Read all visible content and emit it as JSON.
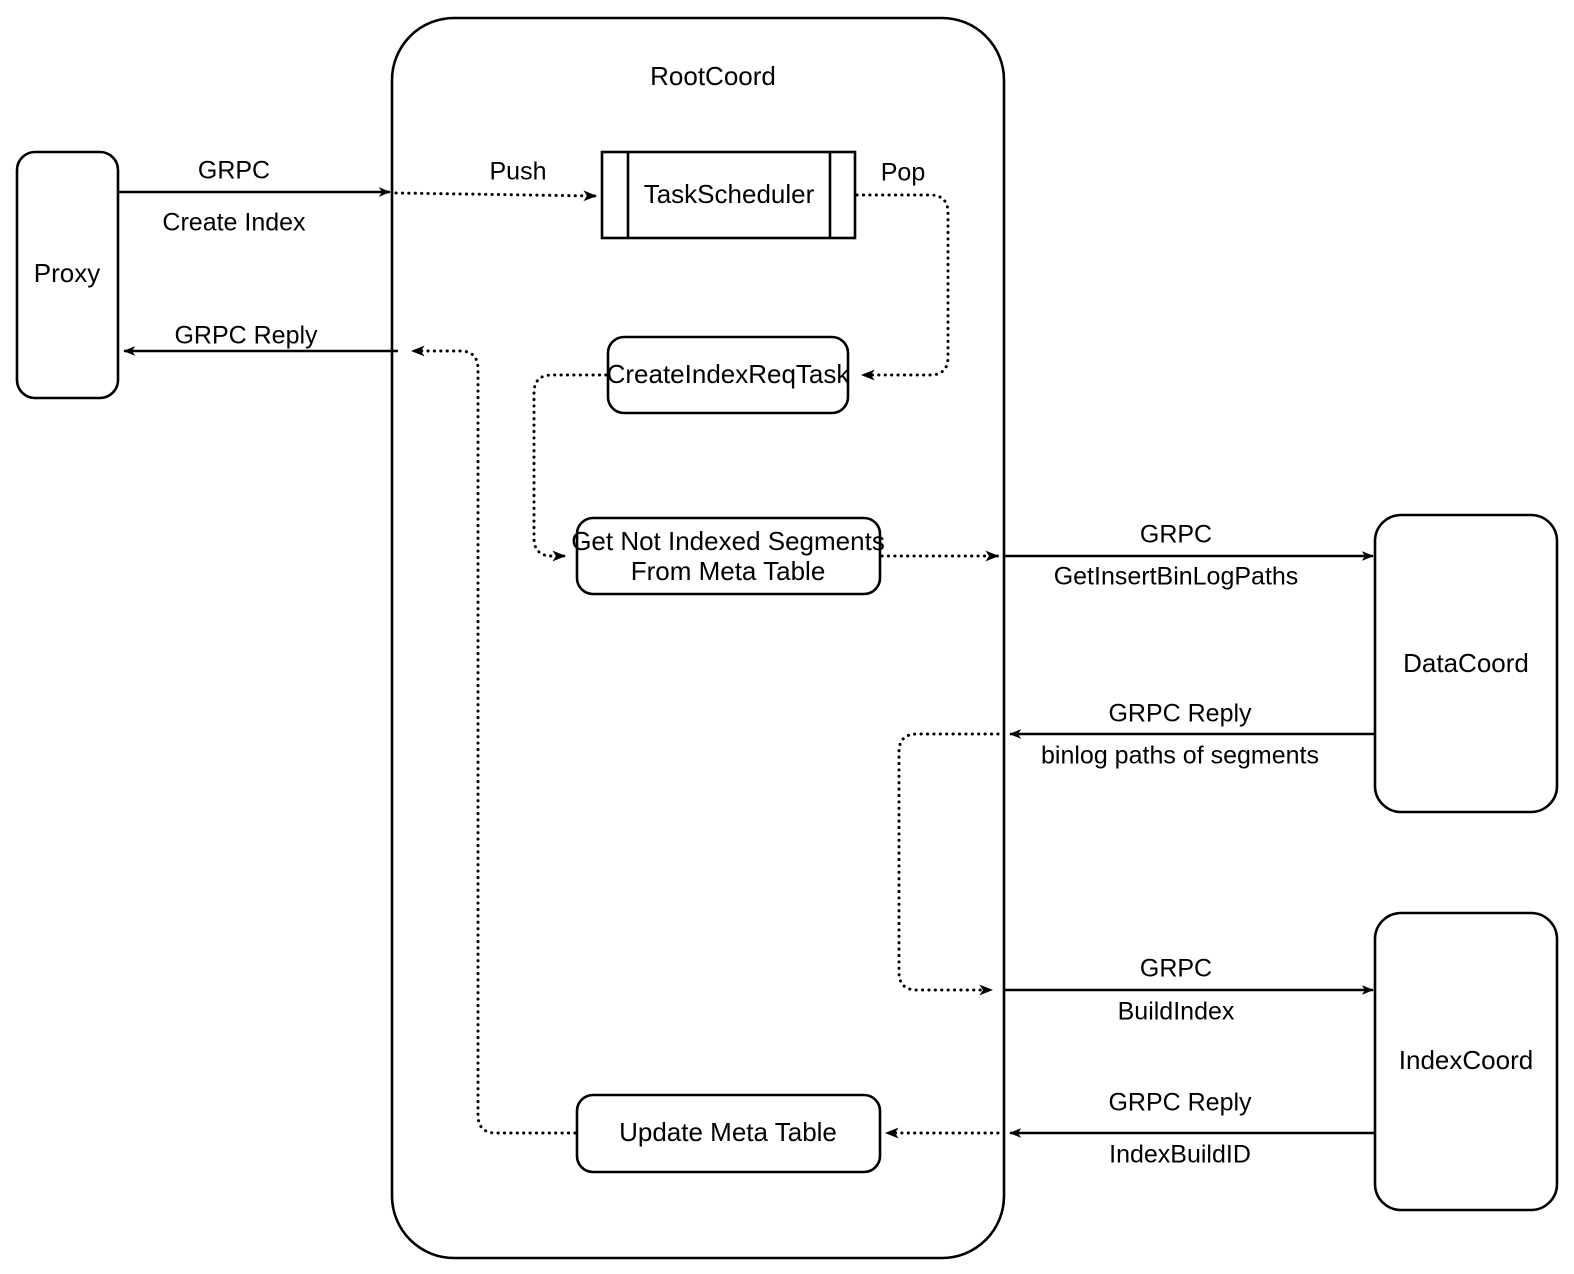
{
  "diagram": {
    "title": "RootCoord Create Index Flow",
    "colors": {
      "stroke": "#000000",
      "fill": "#ffffff",
      "text": "#000000"
    },
    "container": {
      "label": "RootCoord"
    },
    "nodes": {
      "proxy": {
        "label": "Proxy"
      },
      "task_scheduler": {
        "label": "TaskScheduler"
      },
      "create_index_req_task": {
        "label": "CreateIndexReqTask"
      },
      "get_segments_line1": {
        "label": "Get Not Indexed Segments"
      },
      "get_segments_line2": {
        "label": "From Meta Table"
      },
      "update_meta_table": {
        "label": "Update Meta Table"
      },
      "data_coord": {
        "label": "DataCoord"
      },
      "index_coord": {
        "label": "IndexCoord"
      }
    },
    "edges": {
      "proxy_to_rootcoord": {
        "label_top": "GRPC",
        "label_bottom": "Create Index"
      },
      "rootcoord_to_proxy": {
        "label_top": "GRPC Reply"
      },
      "push_to_scheduler": {
        "label_top": "Push"
      },
      "pop_from_scheduler": {
        "label_top": "Pop"
      },
      "rootcoord_to_datacoord": {
        "label_top": "GRPC",
        "label_bottom": "GetInsertBinLogPaths"
      },
      "datacoord_to_rootcoord": {
        "label_top": "GRPC Reply",
        "label_bottom": "binlog paths of segments"
      },
      "rootcoord_to_indexcoord": {
        "label_top": "GRPC",
        "label_bottom": "BuildIndex"
      },
      "indexcoord_to_rootcoord": {
        "label_top": "GRPC Reply",
        "label_bottom": "IndexBuildID"
      }
    }
  }
}
